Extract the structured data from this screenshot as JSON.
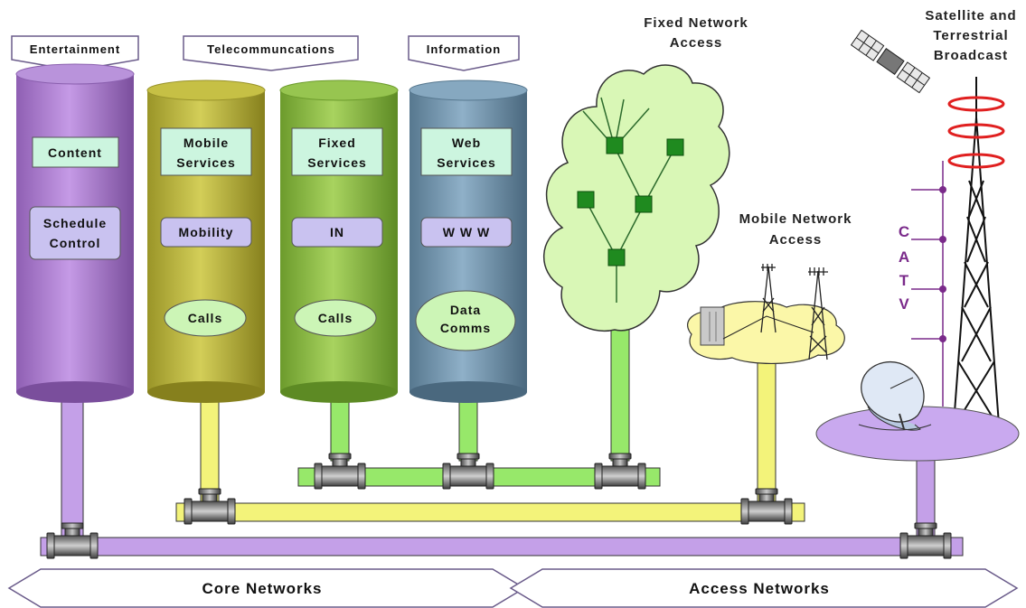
{
  "headers": {
    "entertainment": "Entertainment",
    "telecom": "Telecommuncations",
    "information": "Information"
  },
  "cylinders": {
    "entertainment": {
      "box1": [
        "Content"
      ],
      "box2": [
        "Schedule",
        "Control"
      ]
    },
    "mobile": {
      "box1": [
        "Mobile",
        "Services"
      ],
      "box2": [
        "Mobility"
      ],
      "oval": [
        "Calls"
      ]
    },
    "fixed": {
      "box1": [
        "Fixed",
        "Services"
      ],
      "box2": [
        "IN"
      ],
      "oval": [
        "Calls"
      ]
    },
    "info": {
      "box1": [
        "Web",
        "Services"
      ],
      "box2": [
        "W W W"
      ],
      "oval": [
        "Data",
        "Comms"
      ]
    }
  },
  "titles": {
    "fixed_access": [
      "Fixed Network",
      "Access"
    ],
    "mobile_access": [
      "Mobile Network",
      "Access"
    ],
    "broadcast": [
      "Satellite and",
      "Terrestrial",
      "Broadcast"
    ]
  },
  "catv_letters": [
    "C",
    "A",
    "T",
    "V"
  ],
  "footer": {
    "core": "Core Networks",
    "access": "Access Networks"
  },
  "colors": {
    "purple": "#a77fc9",
    "olive": "#b8b236",
    "green": "#86b73e",
    "steel": "#6b8ea8",
    "pipe_purple": "#c4a0e8",
    "pipe_yellow": "#f3f37a",
    "pipe_green": "#97e86a",
    "box_fill": "#ccf5df",
    "tree": "#d9f7b6",
    "node": "#1f8a1f"
  }
}
